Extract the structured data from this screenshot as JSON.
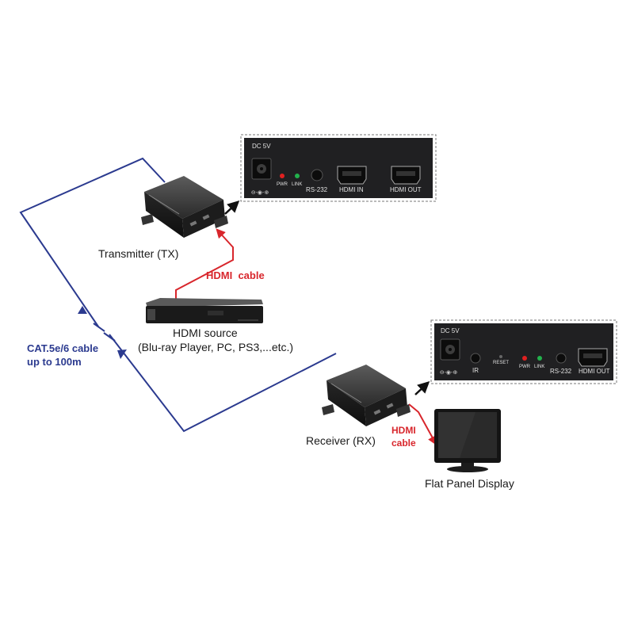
{
  "transmitter": {
    "label": "Transmitter (TX)"
  },
  "receiver": {
    "label": "Receiver (RX)"
  },
  "source": {
    "label": "HDMI source",
    "sublabel": "(Blu-ray Player, PC, PS3,...etc.)"
  },
  "display": {
    "label": "Flat Panel Display"
  },
  "cable": {
    "line1": "CAT.5e/6 cable",
    "line2": "up to 100m"
  },
  "hdmi_cable_tx": {
    "label": "HDMI  cable"
  },
  "hdmi_cable_rx": {
    "line1": "HDMI",
    "line2": "cable"
  },
  "tx_panel": {
    "dc": "DC 5V",
    "pwr": "PWR",
    "link": "LINK",
    "rs232": "RS-232",
    "hdmi_in": "HDMI IN",
    "hdmi_out": "HDMI OUT"
  },
  "rx_panel": {
    "dc": "DC 5V",
    "ir": "IR",
    "reset": "RESET",
    "pwr": "PWR",
    "link": "LINK",
    "rs232": "RS-232",
    "hdmi_out": "HDMI OUT"
  },
  "colors": {
    "cat_cable": "#2b3a8f",
    "hdmi_cable": "#d8262c",
    "led_red": "#e02020",
    "led_green": "#22b14c"
  }
}
